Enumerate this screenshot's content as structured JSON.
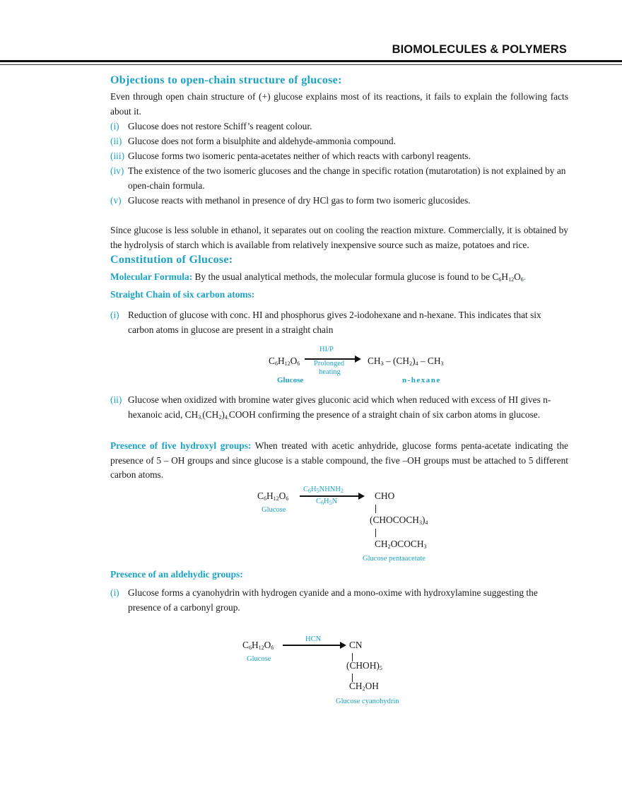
{
  "header": {
    "running_title": "BIOMOLECULES & POLYMERS"
  },
  "objections": {
    "heading": "Objections to open-chain structure of glucose:",
    "intro": "Even through open chain structure of (+) glucose explains most of its reactions, it fails to explain the following facts about it.",
    "items": [
      {
        "num": "(i)",
        "text": "Glucose does not restore Schiff’s reagent colour."
      },
      {
        "num": "(ii)",
        "text": "Glucose does not form a bisulphite and aldehyde-ammonia compound."
      },
      {
        "num": "(iii)",
        "text": "Glucose forms two isomeric penta-acetates neither of which reacts with carbonyl reagents."
      },
      {
        "num": "(iv)",
        "text": "The existence of the two isomeric glucoses and the change in specific rotation (mutarotation) is not explained by an open-chain formula."
      },
      {
        "num": "(v)",
        "text": "Glucose reacts with methanol in presence of dry HCl gas to form two isomeric glucosides."
      }
    ]
  },
  "commercial_paragraph": "Since glucose is less soluble in ethanol, it separates out on cooling the reaction mixture. Commercially, it is obtained by the hydrolysis of starch which is available from relatively inexpensive source such as maize, potatoes and rice.",
  "constitution": {
    "heading": "Constitution of Glucose:",
    "molecular_formula": {
      "label": "Molecular Formula:",
      "text": " By the usual analytical methods, the molecular formula glucose is found to be ",
      "formula": {
        "c": "C",
        "c_n": "6",
        "h": "H",
        "h_n": "12",
        "o": "O",
        "o_n": "6"
      },
      "end": "."
    },
    "straight_chain": {
      "heading": "Straight Chain of six carbon atoms:",
      "item1": {
        "num": "(i)",
        "text": "Reduction of glucose with conc. HI and phosphorus gives 2-iodohexane and n-hexane. This indicates that six carbon atoms in glucose are present in a straight chain"
      },
      "reaction1": {
        "reactant": {
          "c": "C",
          "c_n": "6",
          "h": "H",
          "h_n": "12",
          "o": "O",
          "o_n": "6"
        },
        "reactant_label": "Glucose",
        "reagent_top": "HI/P",
        "reagent_bottom_1": "Prolonged",
        "reagent_bottom_2": "heating",
        "product": {
          "a": "CH",
          "a_n": "3",
          "b": " – (CH",
          "b_n": "2",
          "c": ")",
          "c_n": "4",
          "d": " – CH",
          "d_n": "3"
        },
        "product_label": "n-hexane"
      },
      "item2": {
        "num": "(ii)",
        "text_a": "Glucose when oxidized with bromine water gives gluconic acid which when reduced with excess of HI gives n-hexanoic acid, CH",
        "sub_a": "3.",
        "text_b": "(CH",
        "sub_b": "2",
        "text_c": ")",
        "sub_c": "4.",
        "text_d": "COOH confirming the presence of a straight chain of six carbon atoms in glucose."
      }
    },
    "hydroxyl": {
      "label": "Presence of five hydroxyl groups:",
      "text": " When treated with acetic anhydride, glucose forms penta-acetate indicating the presence of 5 – OH groups and since glucose is  a stable compound, the five –OH groups must be attached to 5 different carbon atoms.",
      "reaction": {
        "reactant": {
          "c": "C",
          "c_n": "6",
          "h": "H",
          "h_n": "12",
          "o": "O",
          "o_n": "6"
        },
        "reactant_label": "Glucose",
        "reagent_top": {
          "a": "C",
          "a_n": "6",
          "b": "H",
          "b_n": "5",
          "c": "NHNH",
          "c_n": "2"
        },
        "reagent_bottom": {
          "a": "C",
          "a_n": "6",
          "b": "H",
          "b_n": "5",
          "c": "N"
        },
        "product_lines": [
          {
            "t": "CHO"
          },
          {
            "t": "(CHOCOCH",
            "n": "3",
            "t2": ")",
            "n2": "4"
          },
          {
            "t": "CH",
            "n": "2",
            "t2": "OCOCH",
            "n2": "3"
          }
        ],
        "product_label": "Glucose pentaacetate"
      }
    },
    "aldehydic": {
      "heading": "Presence of an aldehydic groups:",
      "item1": {
        "num": "(i)",
        "text": "Glucose forms a cyanohydrin with hydrogen cyanide and a mono-oxime with hydroxylamine suggesting the presence of a carbonyl group."
      },
      "reaction": {
        "reactant": {
          "c": "C",
          "c_n": "6",
          "h": "H",
          "h_n": "12",
          "o": "O",
          "o_n": "6"
        },
        "reactant_label": "Glucose",
        "reagent_top": "HCN",
        "product_lines": [
          {
            "t": "CN"
          },
          {
            "t": "(CHOH)",
            "n": "5"
          },
          {
            "t": "CH",
            "n": "2",
            "t2": "OH"
          }
        ],
        "product_label": "Glucose cyanohydrin"
      }
    }
  },
  "colors": {
    "accent": "#1ba3c6",
    "text": "#1a1a1a",
    "rule": "#111111"
  }
}
